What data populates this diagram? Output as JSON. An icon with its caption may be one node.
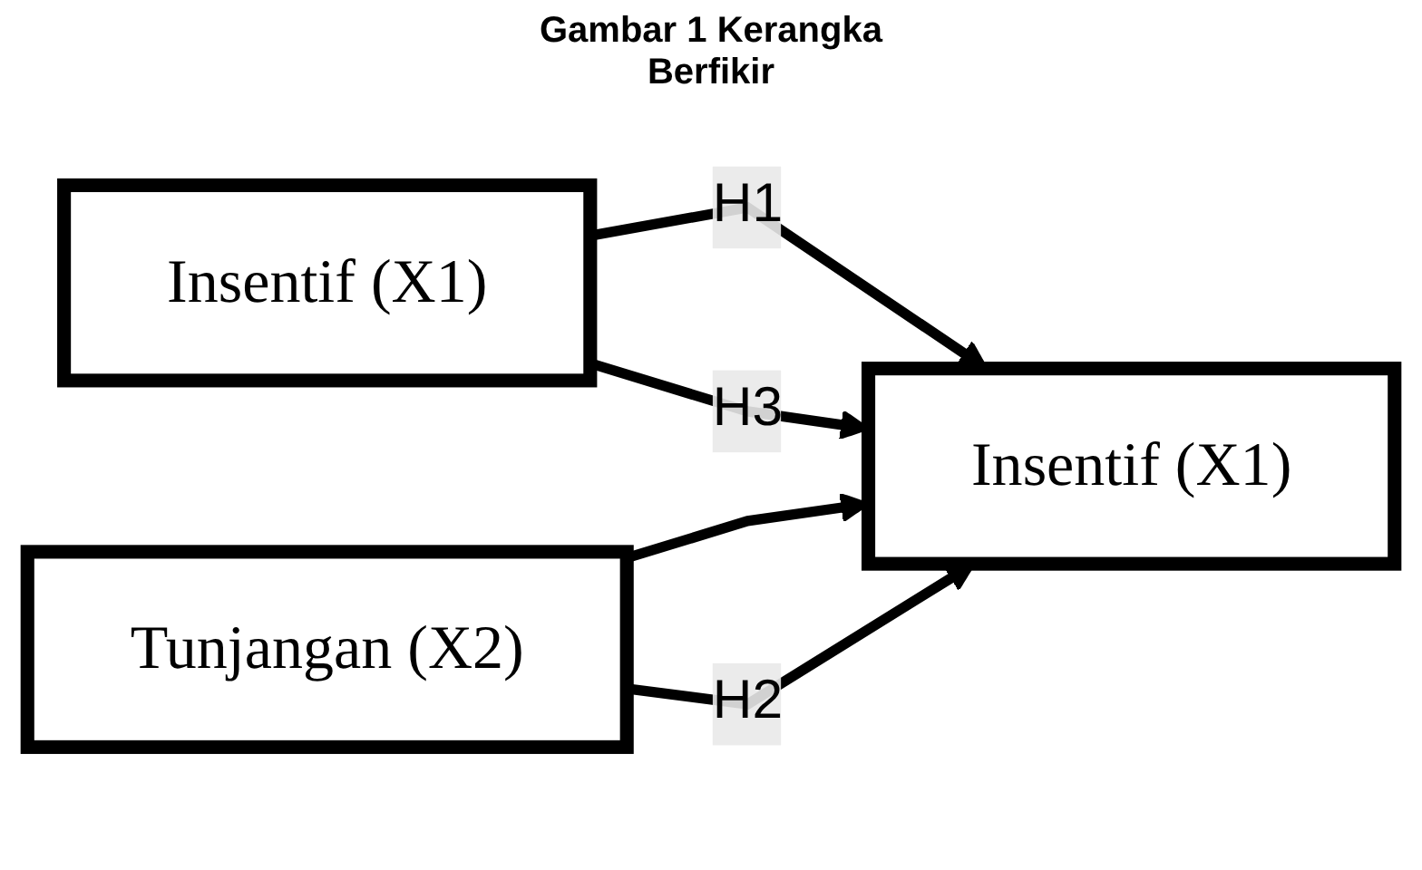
{
  "diagram": {
    "title": "Gambar 1 Kerangka Berfikir",
    "nodes": [
      {
        "text": [
          "Insentif (X1)"
        ]
      },
      {
        "text": [
          "Tunjangan (X2)"
        ]
      },
      {
        "text": [
          "Insentif (X1)"
        ]
      }
    ],
    "edges": [
      {
        "from": 0,
        "to": 2,
        "arrow": "to",
        "label": "H1"
      },
      {
        "from": 0,
        "to": 2,
        "arrow": "to",
        "label": "H3"
      },
      {
        "from": 1,
        "to": 2,
        "arrow": "to"
      },
      {
        "from": 1,
        "to": 2,
        "arrow": "to",
        "label": "H2"
      }
    ]
  }
}
